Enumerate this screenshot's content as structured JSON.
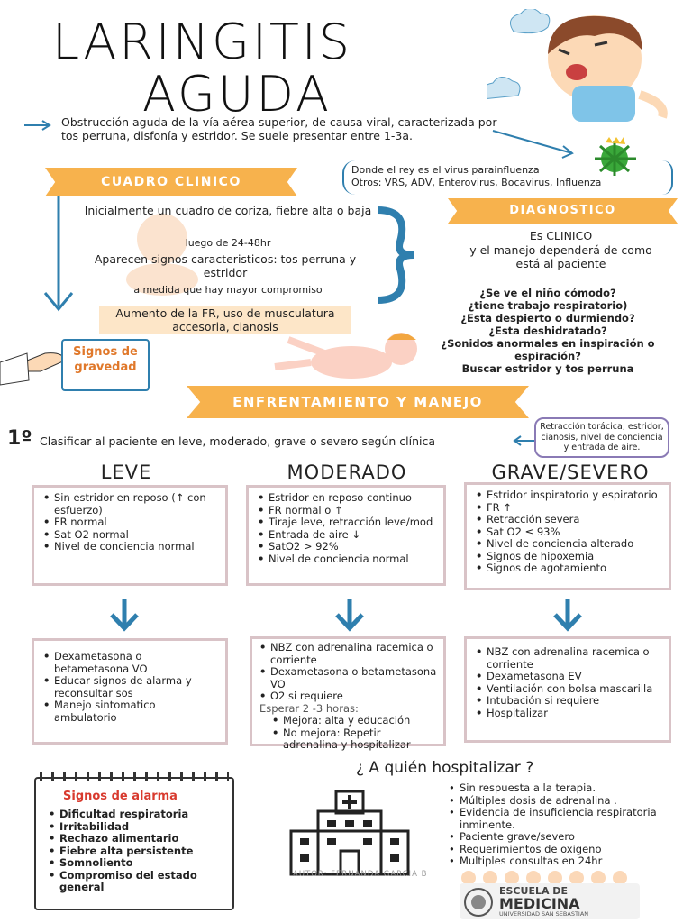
{
  "title": {
    "line1": "LARINGITIS",
    "line2": "AGUDA"
  },
  "intro": "Obstrucción aguda de la vía aérea superior, de causa viral, caracterizada por tos perruna, disfonía y estridor. Se suele presentar entre 1-3a.",
  "virus": {
    "line1": "Donde el rey es el virus parainfluenza",
    "line2": "Otros: VRS, ADV, Enterovirus, Bocavirus, Influenza"
  },
  "cuadro": {
    "banner": "CUADRO CLINICO",
    "p1": "Inicialmente un cuadro de coriza, fiebre alta o baja",
    "p2": "luego de 24-48hr",
    "p3": "Aparecen signos caracteristicos: tos perruna y estridor",
    "p4": "a medida que hay mayor compromiso",
    "p5": "Aumento de la FR, uso de musculatura accesoria, cianosis",
    "signos": "Signos de gravedad"
  },
  "diagnostico": {
    "banner": "DIAGNOSTICO",
    "line1": "Es CLINICO",
    "line2": "y el manejo dependerá de como está al paciente",
    "questions": [
      "¿Se ve el niño cómodo?",
      "¿tiene trabajo respiratorio)",
      "¿Esta despierto o durmiendo?",
      "¿Esta deshidratado?",
      "¿Sonidos anormales en inspiración o espiración?",
      "Buscar estridor y tos perruna"
    ]
  },
  "manejo": {
    "banner": "ENFRENTAMIENTO Y MANEJO",
    "step": "1º",
    "clasificar": "Clasificar al paciente en leve, moderado, grave o severo según clínica",
    "note": "Retracción torácica, estridor, cianosis, nivel de conciencia y entrada de aire."
  },
  "leve": {
    "title": "LEVE",
    "items": [
      "Sin estridor en reposo (↑ con esfuerzo)",
      "FR normal",
      "Sat O2 normal",
      "Nivel de conciencia normal"
    ],
    "tx": [
      "Dexametasona o betametasona VO",
      "Educar signos de alarma y reconsultar sos",
      "Manejo sintomatico ambulatorio"
    ]
  },
  "moderado": {
    "title": "MODERADO",
    "items": [
      "Estridor en reposo continuo",
      "FR normal o ↑",
      "Tiraje leve, retracción leve/mod",
      "Entrada de aire ↓",
      "SatO2 > 92%",
      "Nivel de conciencia normal"
    ],
    "tx": [
      "NBZ con adrenalina racemica o corriente",
      "Dexametasona o betametasona VO",
      "O2 si requiere"
    ],
    "wait": "Esperar 2 -3 horas:",
    "tx2": [
      "Mejora: alta y educación",
      "No mejora: Repetir adrenalina y hospitalizar"
    ]
  },
  "grave": {
    "title": "GRAVE/SEVERO",
    "items": [
      "Estridor inspiratorio y espiratorio",
      "FR ↑",
      "Retracción severa",
      "Sat O2 ≤ 93%",
      "Nivel de conciencia alterado",
      "Signos de hipoxemia",
      "Signos de agotamiento"
    ],
    "tx": [
      "NBZ con adrenalina racemica o corriente",
      "Dexametasona EV",
      "Ventilación con bolsa mascarilla",
      "Intubación si requiere",
      "Hospitalizar"
    ]
  },
  "alarma": {
    "title": "Signos de alarma",
    "items": [
      "Dificultad respiratoria",
      "Irritabilidad",
      "Rechazo alimentario",
      "Fiebre alta persistente",
      "Somnoliento",
      "Compromiso del estado general"
    ]
  },
  "hospitalizar": {
    "title": "¿ A quién hospitalizar ?",
    "items": [
      "Sin respuesta a la terapia.",
      "Múltiples dosis de adrenalina .",
      "Evidencia de insuficiencia respiratoria inminente.",
      "Paciente grave/severo",
      "Requerimientos de oxigeno",
      "Multiples consultas en 24hr"
    ]
  },
  "author": "AUTOR: FERNANDA GARCIA B",
  "school": {
    "line1": "ESCUELA DE",
    "line2": "MEDICINA",
    "line3": "UNIVERSIDAD SAN SEBASTIAN"
  },
  "colors": {
    "orange": "#f7b24d",
    "blue": "#2f7fae",
    "boxBorder": "#d9c3c7",
    "red": "#d83a2e"
  }
}
